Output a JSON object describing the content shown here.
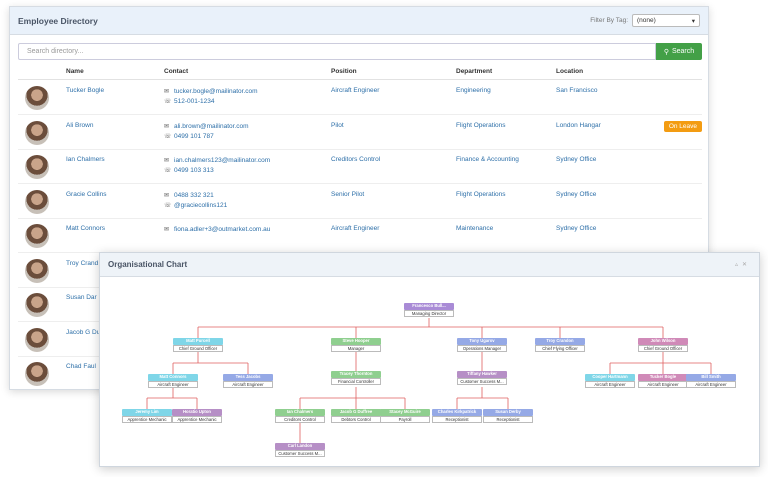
{
  "directory": {
    "title": "Employee Directory",
    "filter_label": "Filter By Tag:",
    "filter_value": "(none)",
    "search_placeholder": "Search directory...",
    "search_button": "Search",
    "columns": [
      "Name",
      "Contact",
      "Position",
      "Department",
      "Location"
    ],
    "rows": [
      {
        "name": "Tucker Bogle",
        "contact1": "tucker.bogle@mailinator.com",
        "contact2": "512-001-1234",
        "position": "Aircraft Engineer",
        "department": "Engineering",
        "location": "San Francisco",
        "badge": ""
      },
      {
        "name": "Ali Brown",
        "contact1": "ali.brown@mailinator.com",
        "contact2": "0499 101 787",
        "position": "Pilot",
        "department": "Flight Operations",
        "location": "London Hangar",
        "badge": "On Leave"
      },
      {
        "name": "Ian Chalmers",
        "contact1": "ian.chalmers123@mailinator.com",
        "contact2": "0499 103 313",
        "position": "Creditors Control",
        "department": "Finance & Accounting",
        "location": "Sydney Office",
        "badge": ""
      },
      {
        "name": "Gracie Collins",
        "contact1": "0488 332 321",
        "contact2": "@graciecollins121",
        "position": "Senior Pilot",
        "department": "Flight Operations",
        "location": "Sydney Office",
        "badge": ""
      },
      {
        "name": "Matt Connors",
        "contact1": "fiona.adler+3@outmarket.com.au",
        "contact2": "",
        "position": "Aircraft Engineer",
        "department": "Maintenance",
        "location": "Sydney Office",
        "badge": ""
      },
      {
        "name": "Troy Crand",
        "contact1": "",
        "contact2": "",
        "position": "",
        "department": "",
        "location": "",
        "badge": ""
      },
      {
        "name": "Susan Dar",
        "contact1": "",
        "contact2": "",
        "position": "",
        "department": "",
        "location": "",
        "badge": ""
      },
      {
        "name": "Jacob G Du",
        "contact1": "",
        "contact2": "",
        "position": "",
        "department": "",
        "location": "",
        "badge": ""
      },
      {
        "name": "Chad Faul",
        "contact1": "",
        "contact2": "",
        "position": "",
        "department": "",
        "location": "",
        "badge": ""
      }
    ]
  },
  "org": {
    "title": "Organisational Chart",
    "nodes": [
      {
        "name": "Francesco Bull...",
        "title": "Managing Director",
        "color": "purple"
      },
      {
        "name": "Matt Purcell",
        "title": "Chief Ground Officer",
        "color": "cyan"
      },
      {
        "name": "Steve Hooper",
        "title": "Manager",
        "color": "green"
      },
      {
        "name": "Tony Ugarov",
        "title": "Operations Manager",
        "color": "blue"
      },
      {
        "name": "Troy Crandon",
        "title": "Chief Flying Officer",
        "color": "blue"
      },
      {
        "name": "John Wilson",
        "title": "Chief Ground Officer",
        "color": "pink"
      },
      {
        "name": "Matt Connors",
        "title": "Aircraft Engineer",
        "color": "cyan"
      },
      {
        "name": "Tess Jacobs",
        "title": "Aircraft Engineer",
        "color": "blue"
      },
      {
        "name": "Tracey Thornton",
        "title": "Financial Controller",
        "color": "green"
      },
      {
        "name": "Tiffany Hawker",
        "title": "Customer Success M...",
        "color": "mauve"
      },
      {
        "name": "Cooper Hartmann",
        "title": "Aircraft Engineer",
        "color": "cyan"
      },
      {
        "name": "Tucker Bogle",
        "title": "Aircraft Engineer",
        "color": "pink"
      },
      {
        "name": "Bill Smith",
        "title": "Aircraft Engineer",
        "color": "blue"
      },
      {
        "name": "Jeremy Lim",
        "title": "Apprentice Mechanic",
        "color": "cyan"
      },
      {
        "name": "Horatio Upton",
        "title": "Apprentice Mechanic",
        "color": "mauve"
      },
      {
        "name": "Ian Chalmers",
        "title": "Creditors Control",
        "color": "green"
      },
      {
        "name": "Jacob G Duffree",
        "title": "Debtors Control",
        "color": "green"
      },
      {
        "name": "Stacey McGuire",
        "title": "Payroll",
        "color": "green"
      },
      {
        "name": "Charles Kirkpatrick",
        "title": "Receptionist",
        "color": "blue"
      },
      {
        "name": "Susan Derby",
        "title": "Receptionist",
        "color": "blue"
      },
      {
        "name": "Carl Landon",
        "title": "Customer Success M...",
        "color": "mauve"
      }
    ]
  }
}
